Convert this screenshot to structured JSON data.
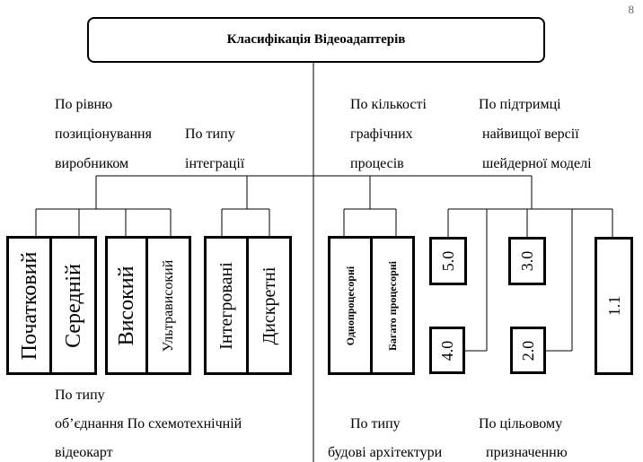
{
  "page_number": "8",
  "title": "Класифікація Відеоадаптерів",
  "labels": {
    "rivnyu_1": "По рівню",
    "rivnyu_2": "позиціонування",
    "rivnyu_3": "виробником",
    "typu_int_1": "По типу",
    "typu_int_2": "інтеграції",
    "kilk_1": "По кількості",
    "kilk_2": "графічних",
    "kilk_3": "процесів",
    "pidtr_1": "По підтримці",
    "pidtr_2": "найвищої версії",
    "pidtr_3": "шейдерної моделі",
    "obj_1": "По типу",
    "obj_2": "об’єднання По схемотехнічній",
    "obj_3": "відеокарт",
    "arch_1": "По типу",
    "arch_2": "будові архітектури",
    "cil_1": "По цільовому",
    "cil_2": "призначенню"
  },
  "boxes": {
    "pochatkovyi": "Початковий",
    "serednii": "Середній",
    "vysokyi": "Високий",
    "ultravysokyi": "Ультрависокий",
    "intehrovani": "Інтегровані",
    "dyskretni": "Дискретні",
    "odnoprotsesorni": "Однопроцесорні",
    "bahatoprotsesorni": "Багато процесорні",
    "v50": "5.0",
    "v40": "4.0",
    "v30": "3.0",
    "v20": "2.0",
    "v11": "1.1"
  }
}
